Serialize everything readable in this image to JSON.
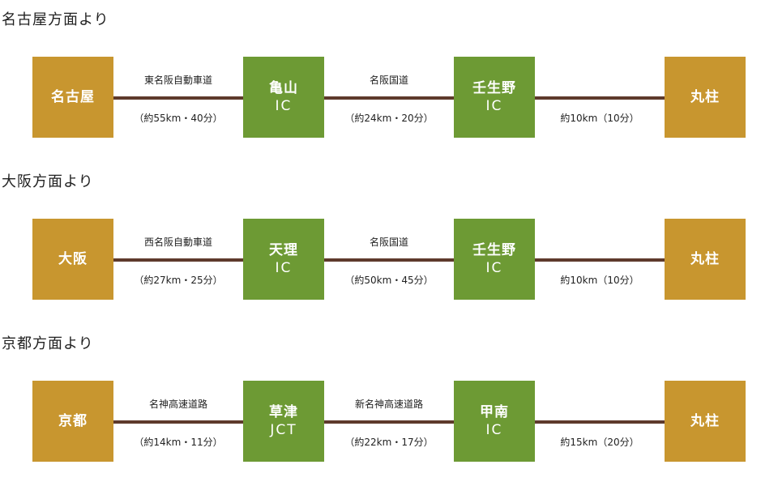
{
  "sections": [
    {
      "title": "名古屋方面より",
      "origin": "名古屋",
      "node1": {
        "name": "亀山",
        "type": "IC"
      },
      "node2": {
        "name": "壬生野",
        "type": "IC"
      },
      "destination": "丸柱",
      "seg1": {
        "road": "東名阪自動車道",
        "distance": "（約55km・40分）"
      },
      "seg2": {
        "road": "名阪国道",
        "distance": "（約24km・20分）"
      },
      "seg3": {
        "distance": "約10km（10分）"
      }
    },
    {
      "title": "大阪方面より",
      "origin": "大阪",
      "node1": {
        "name": "天理",
        "type": "IC"
      },
      "node2": {
        "name": "壬生野",
        "type": "IC"
      },
      "destination": "丸柱",
      "seg1": {
        "road": "西名阪自動車道",
        "distance": "（約27km・25分）"
      },
      "seg2": {
        "road": "名阪国道",
        "distance": "（約50km・45分）"
      },
      "seg3": {
        "distance": "約10km（10分）"
      }
    },
    {
      "title": "京都方面より",
      "origin": "京都",
      "node1": {
        "name": "草津",
        "type": "JCT"
      },
      "node2": {
        "name": "甲南",
        "type": "IC"
      },
      "destination": "丸柱",
      "seg1": {
        "road": "名神高速道路",
        "distance": "（約14km・11分）"
      },
      "seg2": {
        "road": "新名神高速道路",
        "distance": "（約22km・17分）"
      },
      "seg3": {
        "distance": "約15km（20分）"
      }
    }
  ],
  "colors": {
    "origin_box": "#c8962f",
    "junction_box": "#6d9a34",
    "route_line": "#5e3a2c"
  }
}
